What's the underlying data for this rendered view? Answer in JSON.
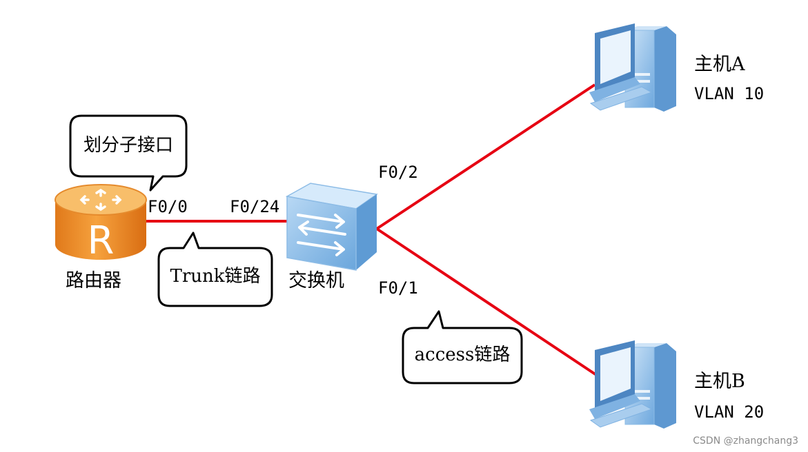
{
  "colors": {
    "link": "#e60012",
    "router_body": "#ef8f2a",
    "router_top": "#f6b04e",
    "switch_body": "#7fb6e6",
    "switch_top": "#c7e1f7",
    "pc_body": "#8fc0ea"
  },
  "icons": {
    "router": "router-icon",
    "switch": "switch-icon",
    "host": "desktop-computer-icon"
  },
  "devices": {
    "router": {
      "label": "路由器",
      "letter": "R"
    },
    "switch": {
      "label": "交换机"
    },
    "host_a": {
      "name": "主机A",
      "vlan": "VLAN 10"
    },
    "host_b": {
      "name": "主机B",
      "vlan": "VLAN 20"
    }
  },
  "ports": {
    "router_port": "F0/0",
    "switch_uplink": "F0/24",
    "switch_to_a": "F0/2",
    "switch_to_b": "F0/1"
  },
  "callouts": {
    "subinterface": "划分子接口",
    "trunk": "Trunk链路",
    "access": "access链路"
  },
  "watermark": "CSDN @zhangchang3"
}
